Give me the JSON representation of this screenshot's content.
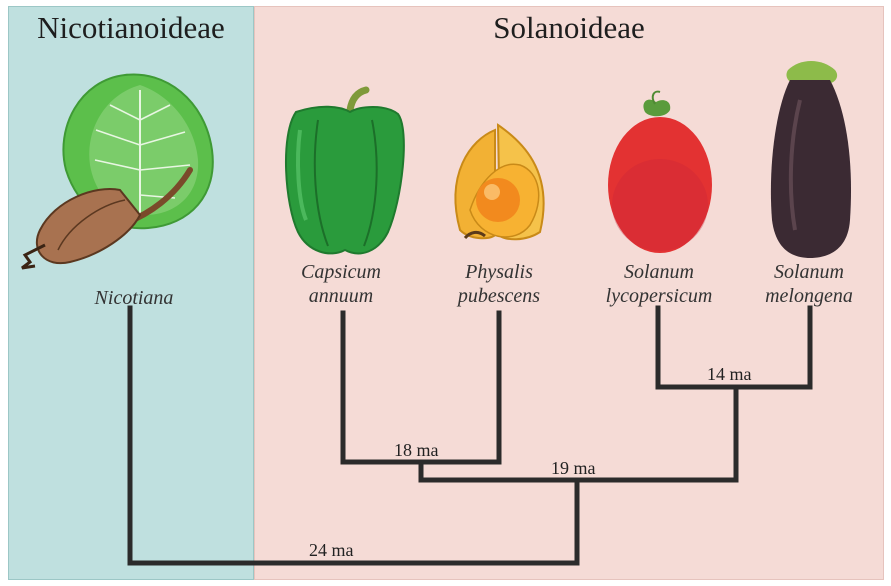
{
  "groups": {
    "left": "Nicotianoideae",
    "right": "Solanoideae"
  },
  "taxa": {
    "nicotiana": "Nicotiana",
    "capsicum": [
      "Capsicum",
      "annuum"
    ],
    "physalis": [
      "Physalis",
      "pubescens"
    ],
    "solanum_lyco": [
      "Solanum",
      "lycopersicum"
    ],
    "solanum_melo": [
      "Solanum",
      "melongena"
    ]
  },
  "ages": {
    "n14": "14 ma",
    "n18": "18 ma",
    "n19": "19 ma",
    "n24": "24 ma"
  },
  "icons": [
    "tobacco-leaf-icon",
    "bell-pepper-icon",
    "physalis-husk-icon",
    "tomato-icon",
    "eggplant-icon"
  ],
  "colors": {
    "nicotianoideae_bg": "#bfe0df",
    "solanoideae_bg": "#f5dbd6",
    "branch": "#2b2b2b"
  }
}
